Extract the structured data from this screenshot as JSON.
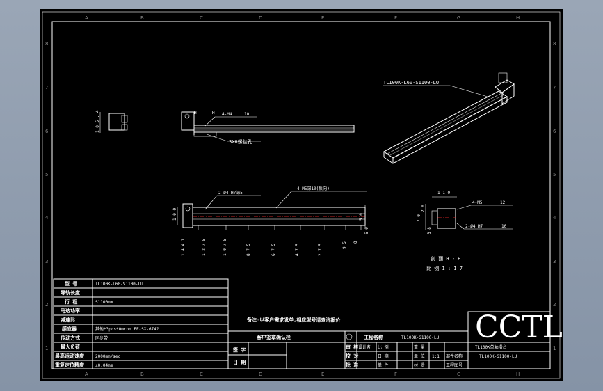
{
  "zones_top": [
    "A",
    "B",
    "C",
    "D",
    "E",
    "F",
    "G",
    "H"
  ],
  "zones_side": [
    "8",
    "7",
    "6",
    "5",
    "4",
    "3",
    "2",
    "1"
  ],
  "views": {
    "iso_label": "TL100K-L60-S1100-LU",
    "side_dims": [
      "1 0 5 . 4"
    ],
    "top_dims": [
      "H",
      "H",
      "4-M4",
      "10"
    ],
    "top_note": "3X6螺丝孔",
    "front_top": "2-Ø4 H7深5",
    "front_top2": "4-M5深10(反向)",
    "front_dim_left": "1 0 0",
    "front_bottom": [
      "1 4 4 1",
      "1 2 7 5",
      "1 0 7 5",
      "8 7 5",
      "6 7 5",
      "4 7 5",
      "2 7 5",
      "9 5",
      "0"
    ],
    "front_right": [
      "5 0",
      "5 0"
    ],
    "section_top": "1 1 0",
    "section_dims": [
      "4-M5",
      "12",
      "2-Ø4 H7",
      "10"
    ],
    "section_left": [
      "2 0",
      "7 0",
      "3 8"
    ],
    "section_title": "剖 面 H - H",
    "section_scale": "比 例 1 : 1 7"
  },
  "spec_table": [
    {
      "label": "型 号",
      "value": "TL100K-L60-S1100-LU"
    },
    {
      "label": "导轨长度",
      "value": ""
    },
    {
      "label": "行 程",
      "value": "S1100mm"
    },
    {
      "label": "马达功率",
      "value": ""
    },
    {
      "label": "减速比",
      "value": ""
    },
    {
      "label": "感应器",
      "value": "其他*3pcs*Omron EE-SX-674?"
    },
    {
      "label": "传动方式",
      "value": "同步带"
    },
    {
      "label": "最大负荷",
      "value": ""
    },
    {
      "label": "最高运动速度",
      "value": "2000mm/sec"
    },
    {
      "label": "重复定位精度",
      "value": "±0.04mm"
    }
  ],
  "note": "备注:以客户需求发单,相应型号请查询报价",
  "center_block": {
    "header": "客户签章确认栏",
    "row1": "签 字",
    "row2": "日 期"
  },
  "title_block": {
    "part_label": "工程名称",
    "drawing_no": "TL100K-S1100-LU",
    "r1": [
      "审 核",
      "设计者",
      "比 例",
      "重 量"
    ],
    "r2": [
      "校 对",
      "日 期",
      "单 位",
      "1:1",
      "部件名称"
    ],
    "r3": [
      "批 准",
      "单 件",
      "材 质",
      "工程图号"
    ],
    "logo": "CCTL",
    "product": "TL100K单轴滑台",
    "code": "TL100K-S1100-LU"
  }
}
